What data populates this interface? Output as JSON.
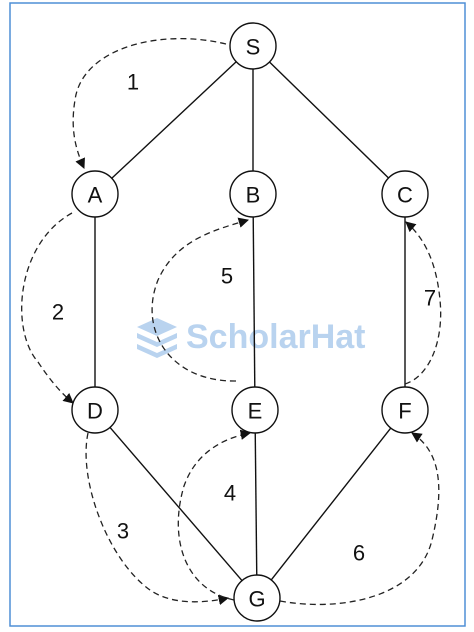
{
  "nodes": [
    {
      "id": "S",
      "label": "S"
    },
    {
      "id": "A",
      "label": "A"
    },
    {
      "id": "B",
      "label": "B"
    },
    {
      "id": "C",
      "label": "C"
    },
    {
      "id": "D",
      "label": "D"
    },
    {
      "id": "E",
      "label": "E"
    },
    {
      "id": "F",
      "label": "F"
    },
    {
      "id": "G",
      "label": "G"
    }
  ],
  "edges": [
    {
      "from": "S",
      "to": "A"
    },
    {
      "from": "S",
      "to": "B"
    },
    {
      "from": "S",
      "to": "C"
    },
    {
      "from": "A",
      "to": "D"
    },
    {
      "from": "B",
      "to": "E"
    },
    {
      "from": "C",
      "to": "F"
    },
    {
      "from": "D",
      "to": "G"
    },
    {
      "from": "E",
      "to": "G"
    },
    {
      "from": "F",
      "to": "G"
    }
  ],
  "traversal_steps": [
    {
      "label": "1",
      "from": "S",
      "to": "A"
    },
    {
      "label": "2",
      "from": "A",
      "to": "D"
    },
    {
      "label": "3",
      "from": "D",
      "to": "G"
    },
    {
      "label": "4",
      "from": "G",
      "to": "E"
    },
    {
      "label": "5",
      "from": "E",
      "to": "B"
    },
    {
      "label": "6",
      "from": "G",
      "to": "F"
    },
    {
      "label": "7",
      "from": "F",
      "to": "C"
    }
  ],
  "watermark": {
    "text": "ScholarHat"
  },
  "colors": {
    "frame": "#4f8fd6",
    "watermark": "#b9d3ef",
    "ink": "#111111"
  }
}
